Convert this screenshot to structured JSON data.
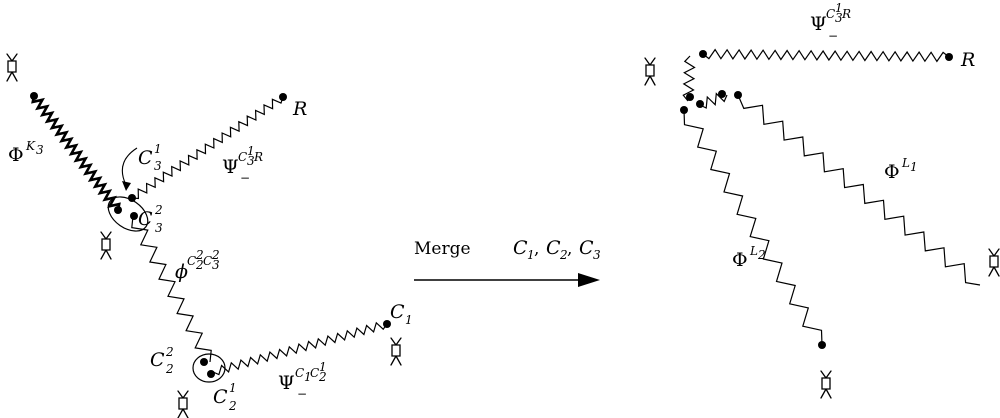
{
  "labels": {
    "phi_k3": {
      "base": "Φ",
      "sup": "K",
      "sup_sub": "3"
    },
    "c31_top": {
      "base": "C",
      "sup": "1",
      "sub": "3"
    },
    "psi_c31r_left": {
      "base": "Ψ",
      "sup": "C",
      "sup_sub_sup": "1",
      "sup_sub": "3",
      "sup_tail": "R",
      "sub": "−"
    },
    "r_left": "R",
    "c32": {
      "base": "C",
      "sup": "2",
      "sub": "3"
    },
    "phi_c22c32": {
      "base": "ϕ",
      "sup1": "C",
      "sup1_sup": "2",
      "sup1_sub": "2",
      "sup2": "C",
      "sup2_sup": "2",
      "sup2_sub": "3"
    },
    "c22": {
      "base": "C",
      "sup": "2",
      "sub": "2"
    },
    "c21": {
      "base": "C",
      "sup": "1",
      "sub": "2"
    },
    "psi_c1c21": {
      "base": "Ψ",
      "sup": "C",
      "sup_sub": "1",
      "sup2": "C",
      "sup2_sup": "1",
      "sup2_sub": "2",
      "sub": "−"
    },
    "c1": {
      "base": "C",
      "sub": "1"
    },
    "merge_word": "Merge",
    "merge_args": "C",
    "merge_c1": "1",
    "merge_c2": "2",
    "merge_c3": "3",
    "psi_c31r_right": {
      "base": "Ψ",
      "sup": "C",
      "sup_sub_sup": "1",
      "sup_sub": "3",
      "sup_tail": "R",
      "sub": "−"
    },
    "r_right": "R",
    "phi_l1": {
      "base": "Φ",
      "sup": "L",
      "sup_sub": "1"
    },
    "phi_l2": {
      "base": "Φ",
      "sup": "L",
      "sup_sub": "2"
    }
  },
  "strings": {
    "comma": ",",
    "merge_sep": ", "
  }
}
